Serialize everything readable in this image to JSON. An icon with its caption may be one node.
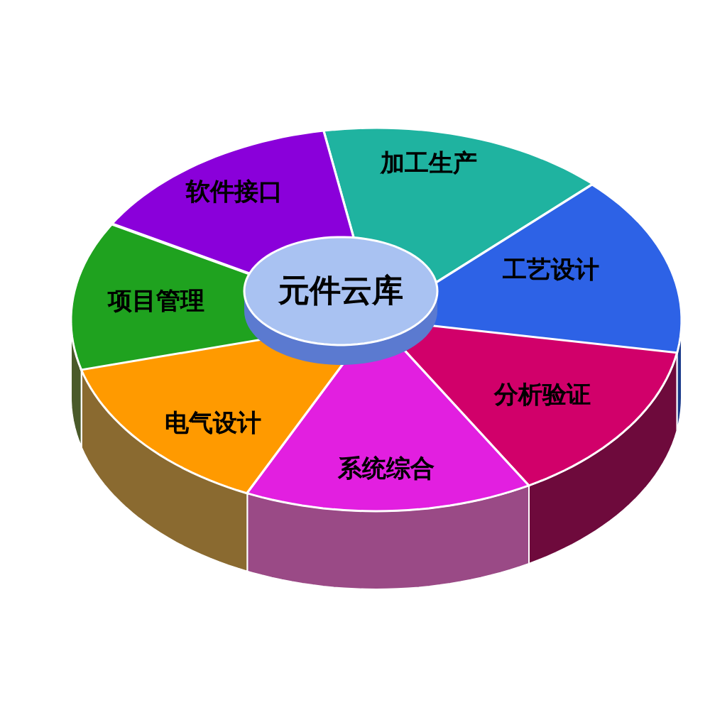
{
  "diagram": {
    "nodes": [
      {
        "text": [
          "元件云库"
        ]
      },
      {
        "text": [
          "加工生产"
        ]
      },
      {
        "text": [
          "工艺设计"
        ]
      },
      {
        "text": [
          "分析验证"
        ]
      },
      {
        "text": [
          "系统综合"
        ]
      },
      {
        "text": [
          "电气设计"
        ]
      },
      {
        "text": [
          "项目管理"
        ]
      },
      {
        "text": [
          "软件接口"
        ]
      }
    ]
  }
}
